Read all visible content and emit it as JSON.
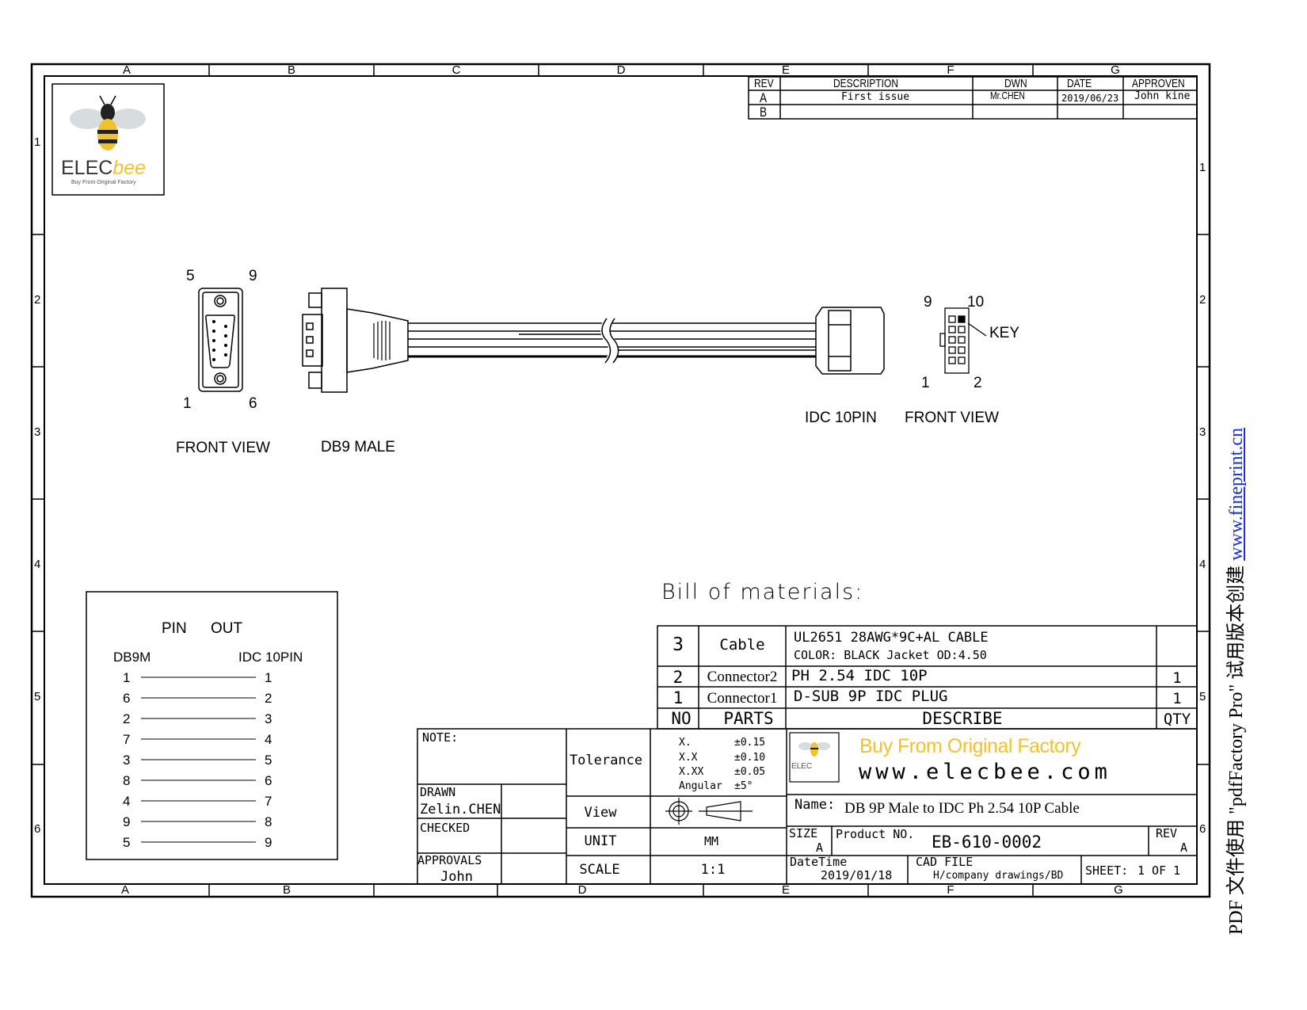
{
  "frame": {
    "columns": [
      "A",
      "B",
      "C",
      "D",
      "E",
      "F",
      "G"
    ],
    "rows": [
      "1",
      "2",
      "3",
      "4",
      "5",
      "6"
    ]
  },
  "logo": {
    "text_main": "ELEC",
    "text_accent": "bee",
    "tagline": "Buy From Original Factory",
    "accent_color": "#f2c12e"
  },
  "revision_table": {
    "headers": [
      "REV",
      "DESCRIPTION",
      "DWN",
      "DATE",
      "APPROVEN"
    ],
    "rows": [
      [
        "A",
        "First issue",
        "Mr.CHEN",
        "2019/06/23",
        "John kine"
      ],
      [
        "B",
        "",
        "",
        "",
        ""
      ]
    ]
  },
  "drawing": {
    "db9_front": {
      "pin_top_left": "5",
      "pin_top_right": "9",
      "pin_bottom_left": "1",
      "pin_bottom_right": "6",
      "caption": "FRONT VIEW"
    },
    "db9_label": "DB9 MALE",
    "idc_label": "IDC 10PIN",
    "idc_front": {
      "pin_top_left": "9",
      "pin_top_right": "10",
      "pin_bottom_left": "1",
      "pin_bottom_right": "2",
      "key": "KEY",
      "caption": "FRONT VIEW"
    }
  },
  "pinout": {
    "title_a": "PIN",
    "title_b": "OUT",
    "left_header": "DB9M",
    "right_header": "IDC 10PIN",
    "pairs": [
      [
        "1",
        "1"
      ],
      [
        "6",
        "2"
      ],
      [
        "2",
        "3"
      ],
      [
        "7",
        "4"
      ],
      [
        "3",
        "5"
      ],
      [
        "8",
        "6"
      ],
      [
        "4",
        "7"
      ],
      [
        "9",
        "8"
      ],
      [
        "5",
        "9"
      ]
    ]
  },
  "bom": {
    "title": "Bill of materials:",
    "rows": [
      {
        "no": "3",
        "part": "Cable",
        "describe_1": "UL2651 28AWG*9C+AL CABLE",
        "describe_2": "COLOR: BLACK Jacket OD:4.50",
        "qty": ""
      },
      {
        "no": "2",
        "part": "Connector2",
        "describe_1": "PH 2.54 IDC 10P",
        "qty": "1"
      },
      {
        "no": "1",
        "part": "Connector1",
        "describe_1": "D-SUB 9P IDC PLUG",
        "qty": "1"
      }
    ],
    "headers": {
      "no": "NO",
      "part": "PARTS",
      "describe": "DESCRIBE",
      "qty": "QTY"
    }
  },
  "title_block": {
    "note_label": "NOTE:",
    "drawn_label": "DRAWN",
    "drawn_value": "Zelin.CHEN",
    "checked_label": "CHECKED",
    "approvals_label": "APPROVALS",
    "approvals_value": "John Kine",
    "tolerance_label": "Tolerance",
    "tolerances": [
      [
        "X.",
        "±0.15"
      ],
      [
        "X.X",
        "±0.10"
      ],
      [
        "X.XX",
        "±0.05"
      ],
      [
        "Angular",
        "±5°"
      ]
    ],
    "view_label": "View",
    "unit_label": "UNIT",
    "unit_value": "MM",
    "scale_label": "SCALE",
    "scale_value": "1:1",
    "slogan": "Buy From Original  Factory",
    "website": "www.elecbee.com",
    "name_label": "Name:",
    "name_value": "DB 9P Male to IDC Ph 2.54 10P Cable",
    "size_label": "SIZE",
    "size_value": "A",
    "product_label": "Product NO.",
    "product_value": "EB-610-0002",
    "rev_label": "REV",
    "rev_value": "A",
    "datetime_label": "DateTime",
    "datetime_value": "2019/01/18",
    "cad_label": "CAD FILE",
    "cad_value": "H/company drawings/BD",
    "sheet_label": "SHEET:",
    "sheet_value": "1 OF 1"
  },
  "watermark": {
    "text": "PDF 文件使用 \"pdfFactory Pro\" 试用版本创建 ",
    "link": "www.fineprint.cn"
  }
}
